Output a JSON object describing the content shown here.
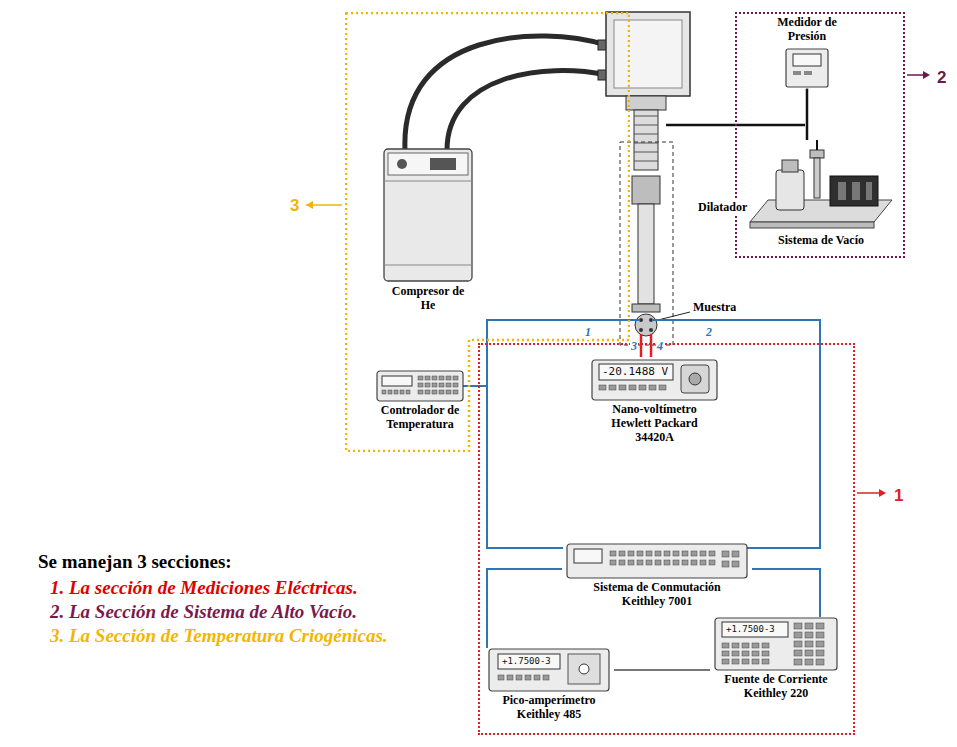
{
  "diagram": {
    "nodes": [
      {
        "text": [
          "3"
        ]
      },
      {
        "text": [
          "Compresor de He"
        ],
        "in": 0
      },
      {
        "text": [
          "Controlador de Temperatura"
        ],
        "in": 0
      },
      {
        "text": [
          "2"
        ]
      },
      {
        "text": [
          "Medidor de Presión"
        ],
        "in": 3
      },
      {
        "text": [
          "Sistema de Vacío"
        ],
        "in": 3
      },
      {
        "text": [
          "1"
        ]
      },
      {
        "text": [
          "Nano-voltímetro Hewlett Packard 34420A"
        ],
        "in": 6
      },
      {
        "text": [
          "Sistema de Conmutación Keithley 7001"
        ],
        "in": 6
      },
      {
        "text": [
          "Pico-amperímetro Keithley 485"
        ],
        "in": 6
      },
      {
        "text": [
          "Fuente de Corriente Keithley 220"
        ],
        "in": 6
      }
    ],
    "edges": [
      {
        "from": 8,
        "to": 9,
        "arrow": "none"
      },
      {
        "from": 8,
        "to": 10,
        "arrow": "none"
      },
      {
        "from": 9,
        "to": 10,
        "arrow": "none"
      },
      {
        "from": 4,
        "to": 5,
        "arrow": "none"
      }
    ],
    "labels": [
      "Se manejan 3 secciones:",
      "1. La sección de Mediciones Eléctricas.",
      "2. La Sección de Sistema de Alto Vacío.",
      "3. La Sección de Temperatura Criogénicas.",
      "Dilatador",
      "Muestra",
      "1",
      "2",
      "3",
      "4",
      "-20.1488 V",
      "+1.7500-3",
      "+1.7500-3"
    ]
  }
}
